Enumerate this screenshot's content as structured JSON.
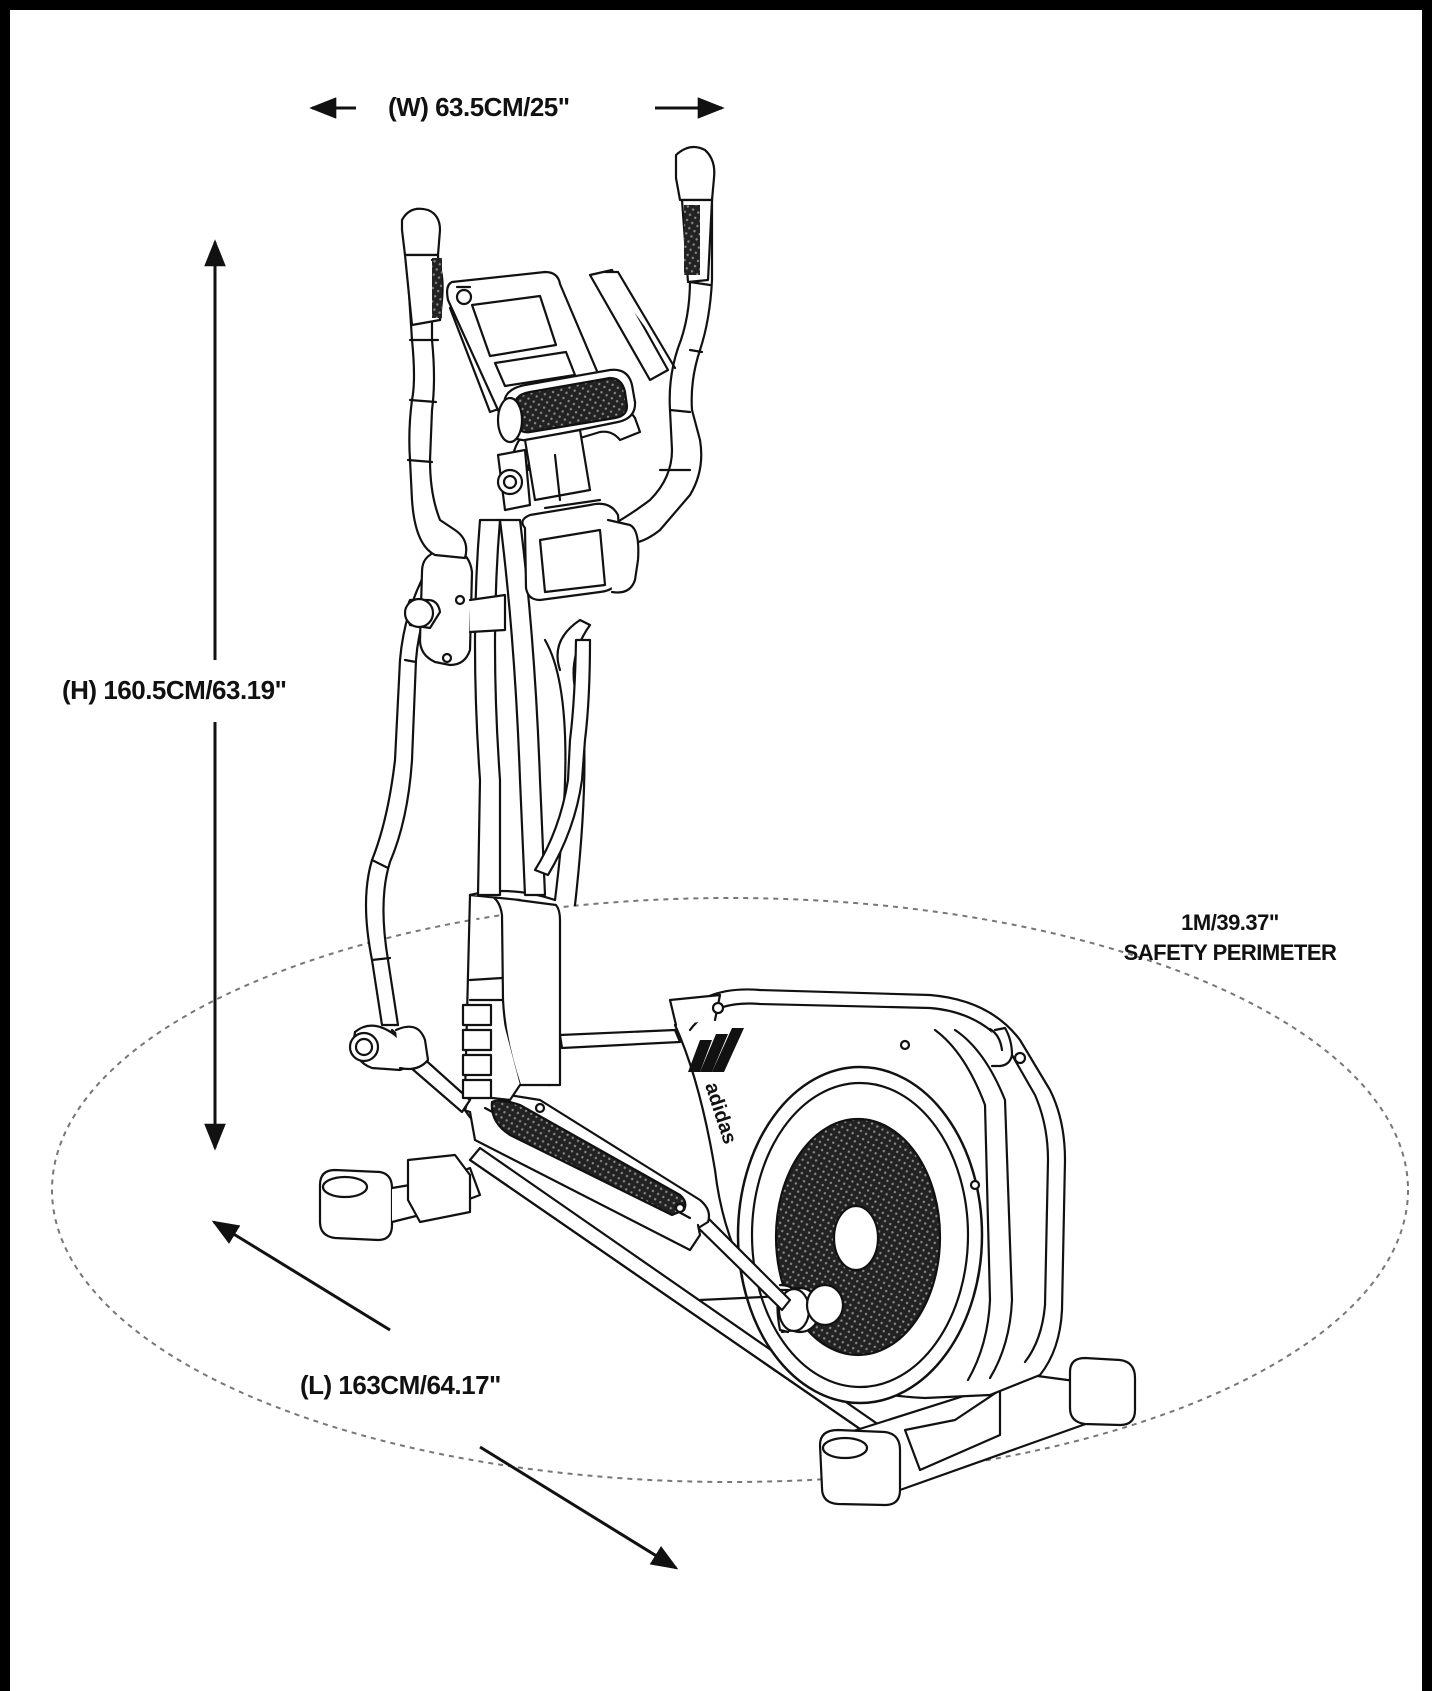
{
  "dimensions": {
    "width_label": "(W) 63.5CM/25\"",
    "height_label": "(H) 160.5CM/63.19\"",
    "length_label": "(L) 163CM/64.17\""
  },
  "safety": {
    "line1": "1M/39.37\"",
    "line2": "SAFETY PERIMETER"
  },
  "brand": {
    "name": "adidas"
  },
  "colors": {
    "line": "#111111",
    "perimeter": "#777777",
    "background": "#ffffff"
  }
}
